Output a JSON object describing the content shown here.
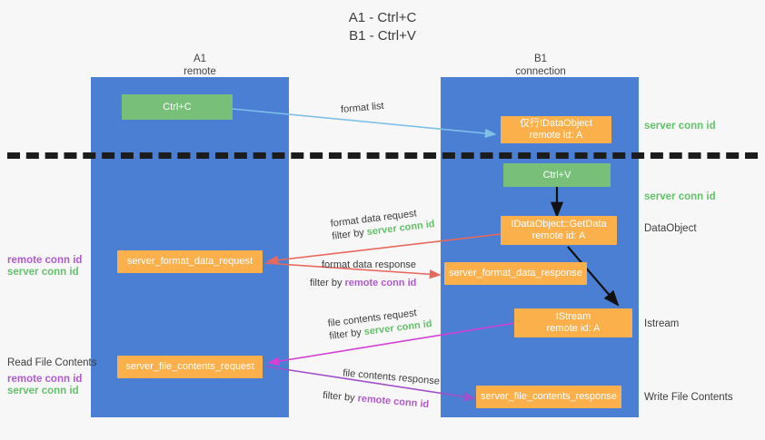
{
  "title": {
    "line1": "A1 - Ctrl+C",
    "line2": "B1 - Ctrl+V"
  },
  "lanes": [
    {
      "name": "A1",
      "role": "remote"
    },
    {
      "name": "B1",
      "role": "connection"
    }
  ],
  "nodes": {
    "ctrl_c": "Ctrl+C",
    "ctrl_v": "Ctrl+V",
    "idataobject_top_line1": "仅行IDataObject",
    "idataobject_top_line2": "remote id: A",
    "getdata_line1": "IDataObject::GetData",
    "getdata_line2": "remote id: A",
    "istream_line1": "IStream",
    "istream_line2": "remote id: A",
    "server_format_data_request": "server_format_data_request",
    "server_format_data_response": "server_format_data_response",
    "server_file_contents_request": "server_file_contents_request",
    "server_file_contents_response": "server_file_contents_response"
  },
  "right_labels": {
    "server_conn_id_top": "server conn id",
    "server_conn_id_second": "server conn id",
    "dataobject": "DataObject",
    "istream": "Istream",
    "write_file_contents": "Write File Contents"
  },
  "left_labels": {
    "remote_conn_id_1": "remote conn id",
    "server_conn_id_1": "server conn id",
    "read_file_contents": "Read File Contents",
    "remote_conn_id_2": "remote conn id",
    "server_conn_id_2": "server conn id"
  },
  "edges": {
    "format_list": "format list",
    "format_data_request": "format data request",
    "format_data_request_filter_prefix": "filter by ",
    "format_data_request_filter_key": "server conn id",
    "format_data_response": "format data response",
    "format_data_response_filter_prefix": "filter by ",
    "format_data_response_filter_key": "remote conn id",
    "file_contents_request": "file contents request",
    "file_contents_request_filter_prefix": "filter by ",
    "file_contents_request_filter_key": "server conn id",
    "file_contents_response": "file contents response",
    "file_contents_response_filter_prefix": "filter by ",
    "file_contents_response_filter_key": "remote conn id"
  },
  "colors": {
    "lane": "#4a7fd4",
    "green_node": "#78c07a",
    "orange_node": "#fbb04c",
    "server_conn_id": "#63c26b",
    "remote_conn_id": "#b05ad0",
    "arrow_blue": "#7fc0e8",
    "arrow_red": "#e8685d",
    "arrow_magenta": "#d43fd4",
    "arrow_purple": "#a050c8",
    "arrow_black": "#111111"
  }
}
